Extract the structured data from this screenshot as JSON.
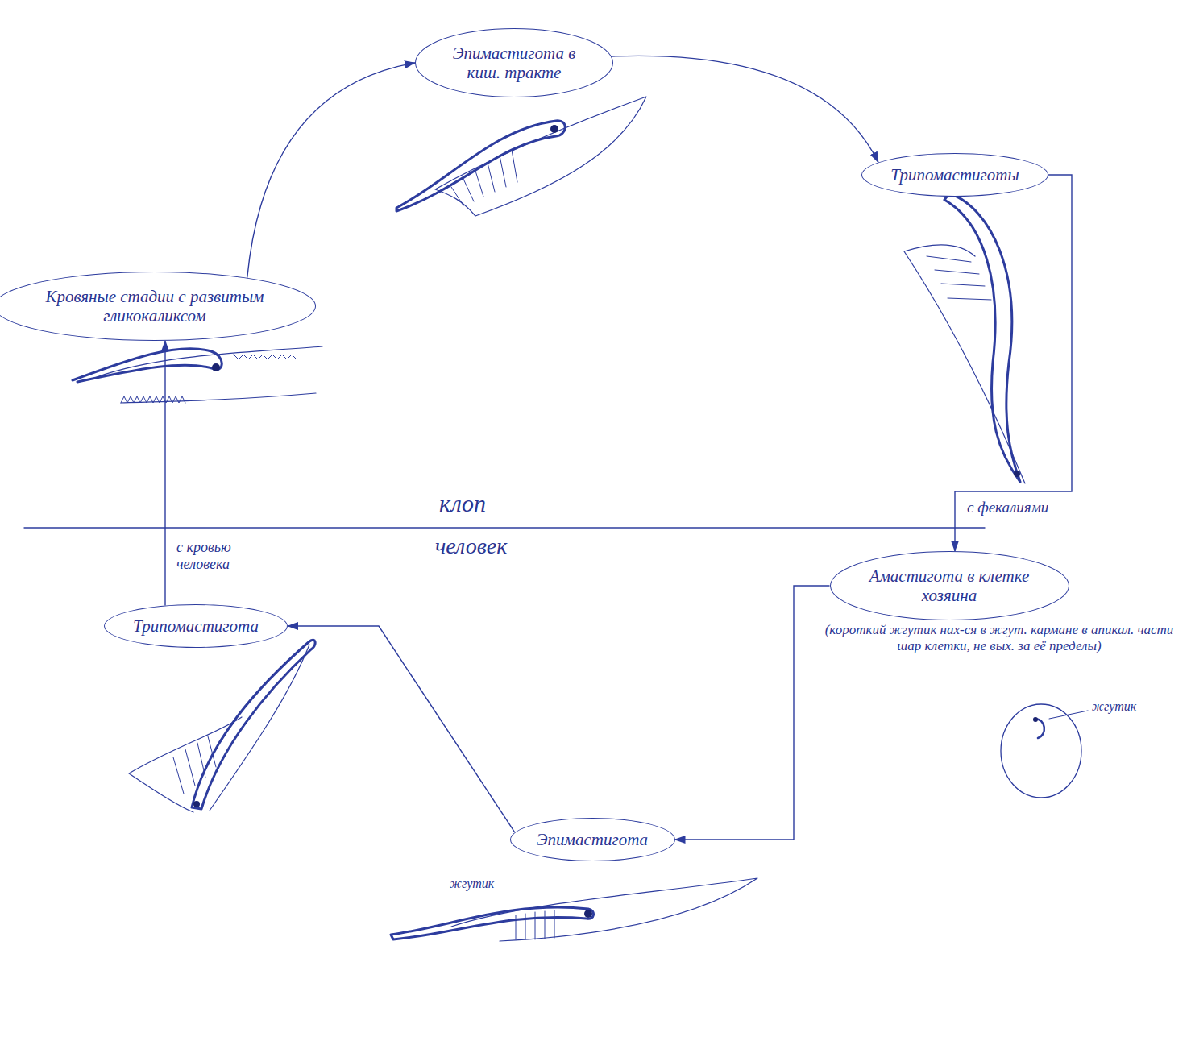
{
  "diagram": {
    "nodes": [
      {
        "text": [
          "Эпимастигота в киш. тракте"
        ]
      },
      {
        "text": [
          "Трипомастиготы"
        ]
      },
      {
        "text": [
          "Кровяные стадии с развитым гликокаликсом"
        ]
      },
      {
        "text": [
          "Амастигота в клетке хозяина"
        ]
      },
      {
        "text": [
          "Трипомастигота"
        ]
      },
      {
        "text": [
          "Эпимастигота"
        ]
      }
    ],
    "edges": [
      {
        "from": 0,
        "to": 1,
        "arrow": "to"
      },
      {
        "from": 1,
        "to": 3,
        "label": "с фекалиями",
        "arrow": "to"
      },
      {
        "from": 3,
        "to": 5,
        "arrow": "to"
      },
      {
        "from": 5,
        "to": 4,
        "arrow": "to"
      },
      {
        "from": 4,
        "to": 2,
        "label": "с кровью человека",
        "arrow": "to"
      },
      {
        "from": 2,
        "to": 0,
        "arrow": "to"
      }
    ],
    "labels": [
      "клоп",
      "человек",
      "(короткий жгутик нах-ся в жгут. кармане в апикал. части шар клетки, не вых. за её пределы)",
      "жгутик",
      "жгутик"
    ]
  }
}
